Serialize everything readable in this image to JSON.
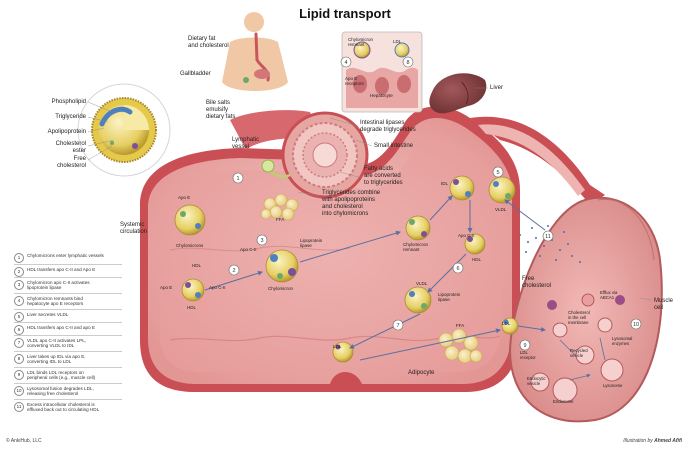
{
  "title": "Lipid transport",
  "labels": {
    "dietary_fat": "Dietary fat\nand cholesterol",
    "gallbladder": "Gallbladder",
    "bile_salts": "Bile salts\nemulsify\ndietary fats",
    "phospholipid": "Phospholipid",
    "triglyceride": "Triglyceride",
    "apolipoprotein": "Apolipoprotein",
    "cholesterol_ester": "Cholesterol\nester",
    "free_cholesterol": "Free\ncholesterol",
    "lymphatic_vessel": "Lymphatic\nvessel",
    "intestinal_lipases": "Intestinal lipases\ndegrade triglycerides",
    "small_intestine": "Small intestine",
    "fatty_acids": "Fatty acids\nare converted\nto triglycerides",
    "trig_combine": "Triglycerides combine\nwith apolipoproteins\nand cholesterol\ninto chylomicrons",
    "systemic_circulation": "Systemic\ncirculation",
    "liver": "Liver",
    "free_cholesterol_right": "Free\ncholesterol",
    "muscle_cell": "Muscle\ncell",
    "adipocyte": "Adipocyte",
    "inset_chylomicron_remnant": "Chylomicron\nremnant",
    "inset_ldl": "LDL",
    "inset_apoe_receptors": "Apo E\nreceptors",
    "inset_hepatocyte": "Hepatocyte",
    "chylomicron_remnant": "Chylomicron\nremnant",
    "chylomicron": "Chylomicron",
    "chylomicrons": "Chylomicrons",
    "lipoprotein_lipase": "Lipoprotein\nlipase",
    "lipoprotein_lipase_2": "Lipoprotein\nlipase",
    "hdl": "HDL",
    "hdl_2": "HDL",
    "hdl_3": "HDL",
    "idl": "IDL",
    "vldl": "VLDL",
    "vldl_2": "VLDL",
    "ldl": "LDL",
    "ldl_2": "LDL",
    "ffa": "FFA",
    "ffa_2": "FFA",
    "apo_e": "Apo E",
    "apo_e_2": "Apo E",
    "apo_cii": "Apo C-II",
    "apo_cii_2": "Apo C-II",
    "apo_cii_3": "Apo C-II",
    "ldl_receptor": "LDL\nreceptor",
    "recycled_vesicle": "Recycled\nvesicle",
    "endocytic_vesicle": "Endocytic\nvesicle",
    "endosome": "Endosome",
    "lysosome": "Lysosome",
    "cholesterol_membrane": "Cholesterol\nin the cell\nmembrane",
    "lysosomal_enzymes": "Lysosomal\nenzymes",
    "efflux": "Efflux via\nABCA1"
  },
  "legend": [
    {
      "num": "1",
      "text": "Chylomicrons enter lymphatic vessels"
    },
    {
      "num": "2",
      "text": "HDL transfers apo C-II and Apo E"
    },
    {
      "num": "3",
      "text": "Chylomicron apo C-II activates\nlipoprotein lipase"
    },
    {
      "num": "4",
      "text": "Chylomicron remnants bind\nhepatocyte apo E receptors"
    },
    {
      "num": "5",
      "text": "Liver secretes VLDL"
    },
    {
      "num": "6",
      "text": "HDL transfers apo C-II and apo E"
    },
    {
      "num": "7",
      "text": "VLDL apo C-II activates LPL,\nconverting VLDL to IDL"
    },
    {
      "num": "8",
      "text": "Liver takes up IDL via apo E,\nconverting IDL to LDL"
    },
    {
      "num": "9",
      "text": "LDL binds LDL receptors on\nperipheral cells (e.g., muscle cell)"
    },
    {
      "num": "10",
      "text": "Lysosomal fusion degrades LDL,\nreleasing free cholesterol"
    },
    {
      "num": "11",
      "text": "Excess intracellular cholesterol is\neffluxed back out to circulating HDL"
    }
  ],
  "steps": [
    "1",
    "2",
    "3",
    "4",
    "5",
    "6",
    "7",
    "8",
    "9",
    "10",
    "11"
  ],
  "footer": {
    "left": "© AnkiHub, LLC",
    "right_prefix": "Illustration by ",
    "right_author": "Ahmed Afifi"
  },
  "colors": {
    "vessel_wall": "#c94f55",
    "vessel_lumen": "#eeb4b2",
    "vessel_inner": "#e79a99",
    "liver": "#7a3b3c",
    "lipid_yellow": "#e8d36a",
    "lipid_core": "#f4e9a8",
    "apo_blue": "#4e7fbf",
    "apo_purple": "#7d4e9a",
    "apo_green": "#6aa86b",
    "skin": "#f0c8a6"
  }
}
